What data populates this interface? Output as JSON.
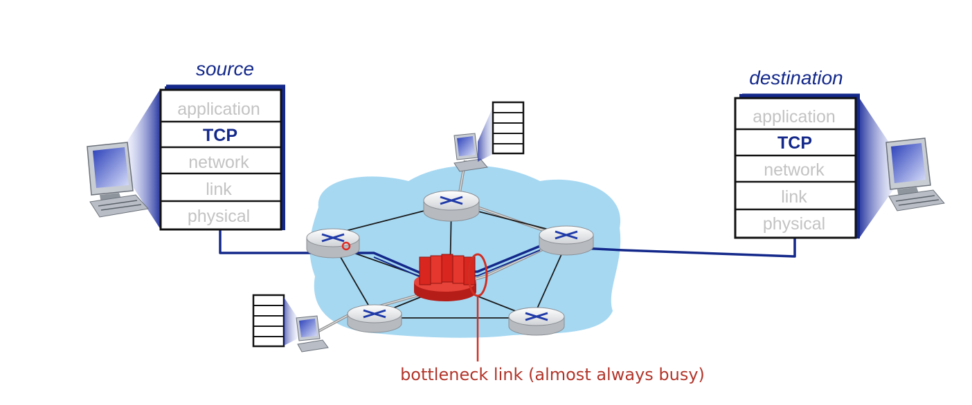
{
  "source": {
    "title": "source",
    "layers": [
      "application",
      "TCP",
      "network",
      "link",
      "physical"
    ]
  },
  "destination": {
    "title": "destination",
    "layers": [
      "application",
      "TCP",
      "network",
      "link",
      "physical"
    ]
  },
  "annotation": {
    "label": "bottleneck link (almost always busy)"
  },
  "colors": {
    "cloud": "#a6d8f2",
    "path": "#13288a",
    "annotation": "#b2352a",
    "bottleneck_router": "#e02a22",
    "inactive_layer_text": "#c3c3c3"
  }
}
